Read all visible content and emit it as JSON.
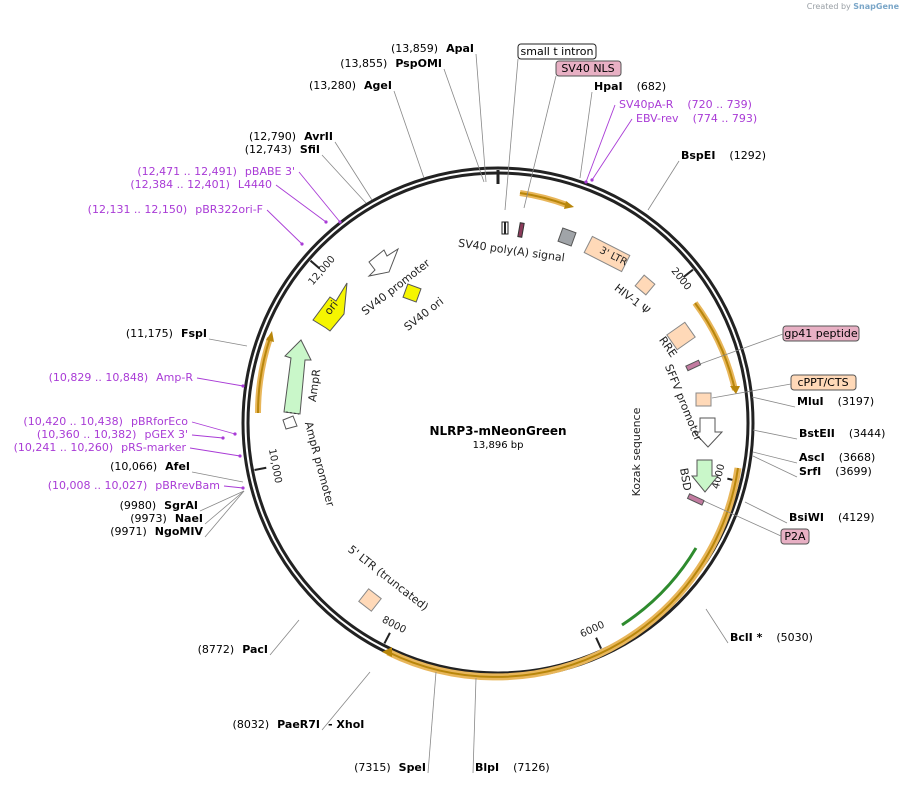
{
  "credit": {
    "prefix": "Created by",
    "brand": "SnapGene"
  },
  "plasmid": {
    "name": "NLRP3-mNeonGreen",
    "length": "13,896 bp",
    "total_bp": 13896
  },
  "colors": {
    "feature_border": "#e8b65a",
    "primer": "#a93bd6",
    "promoter": "#ffffff",
    "rep_origin": "#f5f500",
    "ampr": "#c9f7c9",
    "misc": "#ffd9b8",
    "orf": "#e8b0c4"
  },
  "scale_ticks": [
    {
      "bp": 2000,
      "label": "2000"
    },
    {
      "bp": 4000,
      "label": "4000"
    },
    {
      "bp": 6000,
      "label": "6000"
    },
    {
      "bp": 8000,
      "label": "8000"
    },
    {
      "bp": 10000,
      "label": "10,000"
    },
    {
      "bp": 12000,
      "label": "12,000"
    }
  ],
  "enzymes": [
    {
      "name": "ApaI",
      "pos": "(13,859)"
    },
    {
      "name": "PspOMI",
      "pos": "(13,855)"
    },
    {
      "name": "AgeI",
      "pos": "(13,280)"
    },
    {
      "name": "AvrII",
      "pos": "(12,790)"
    },
    {
      "name": "SfiI",
      "pos": "(12,743)"
    },
    {
      "name": "HpaI",
      "pos": "(682)"
    },
    {
      "name": "BspEI",
      "pos": "(1292)"
    },
    {
      "name": "MluI",
      "pos": "(3197)"
    },
    {
      "name": "BstEII",
      "pos": "(3444)"
    },
    {
      "name": "AscI",
      "pos": "(3668)"
    },
    {
      "name": "SrfI",
      "pos": "(3699)"
    },
    {
      "name": "BsiWI",
      "pos": "(4129)"
    },
    {
      "name": "BclI *",
      "pos": "(5030)"
    },
    {
      "name": "FspI",
      "pos": "(11,175)"
    },
    {
      "name": "AfeI",
      "pos": "(10,066)"
    },
    {
      "name": "SgrAI",
      "pos": "(9980)"
    },
    {
      "name": "NaeI",
      "pos": "(9973)"
    },
    {
      "name": "NgoMIV",
      "pos": "(9971)"
    },
    {
      "name": "PacI",
      "pos": "(8772)"
    },
    {
      "name": "PaeR7I",
      "pos": "(8032)",
      "extra": "- XhoI"
    },
    {
      "name": "SpeI",
      "pos": "(7315)"
    },
    {
      "name": "BlpI",
      "pos": "(7126)"
    }
  ],
  "primers": [
    {
      "name": "SV40pA-R",
      "pos": "(720 .. 739)"
    },
    {
      "name": "EBV-rev",
      "pos": "(774 .. 793)"
    },
    {
      "name": "pBABE 3'",
      "pos": "(12,471 .. 12,491)"
    },
    {
      "name": "L4440",
      "pos": "(12,384 .. 12,401)"
    },
    {
      "name": "pBR322ori-F",
      "pos": "(12,131 .. 12,150)"
    },
    {
      "name": "Amp-R",
      "pos": "(10,829 .. 10,848)"
    },
    {
      "name": "pBRforEco",
      "pos": "(10,420 .. 10,438)"
    },
    {
      "name": "pGEX 3'",
      "pos": "(10,360 .. 10,382)"
    },
    {
      "name": "pRS-marker",
      "pos": "(10,241 .. 10,260)"
    },
    {
      "name": "pBRrevBam",
      "pos": "(10,008 .. 10,027)"
    }
  ],
  "boxed_labels": {
    "small_t_intron": "small t intron",
    "sv40_nls": "SV40 NLS",
    "gp41": "gp41 peptide",
    "cppt": "cPPT/CTS",
    "p2a": "P2A"
  },
  "features": {
    "sv40_polya": "SV40 poly(A) signal",
    "ltr3": "3' LTR",
    "hiv_psi": "HIV-1 Ψ",
    "rre": "RRE",
    "sffv": "SFFV promoter",
    "kozak": "Kozak sequence",
    "bsd": "BSD",
    "ltr5": "5' LTR (truncated)",
    "ampr_promoter": "AmpR promoter",
    "ampr": "AmpR",
    "ori": "ori",
    "sv40_promoter": "SV40 promoter",
    "sv40_ori": "SV40 ori"
  }
}
